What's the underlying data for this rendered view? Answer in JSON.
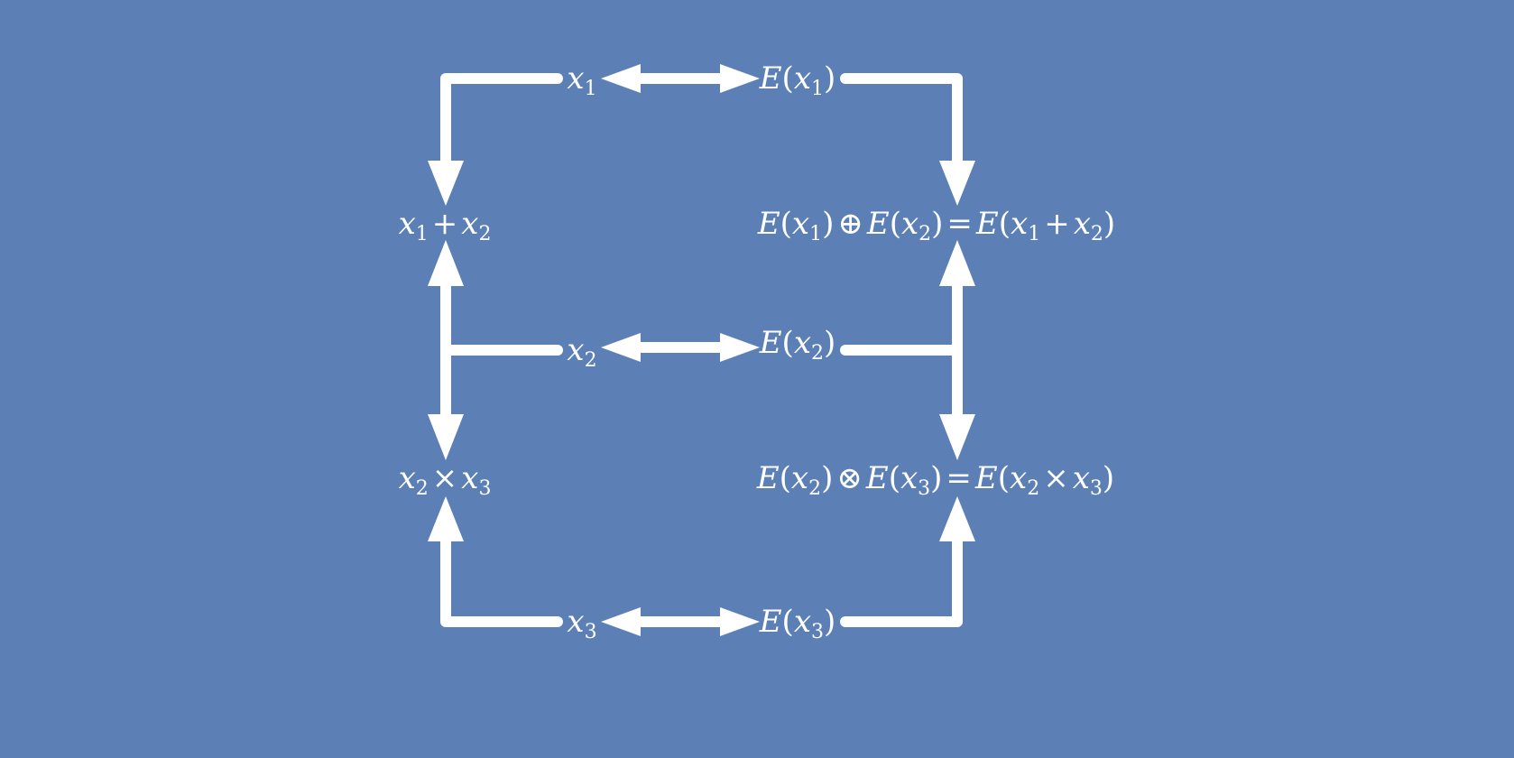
{
  "background_color": "#5c80b6",
  "foreground_color": "#ffffff",
  "plaintext": {
    "x1": "x1",
    "x2": "x2",
    "x3": "x3",
    "ex1": "E(x1)",
    "ex2": "E(x2)",
    "ex3": "E(x3)",
    "sum": "x1 + x2",
    "product": "x2 × x3",
    "homomorphic_sum": "E(x1) ⊕ E(x2) = E(x1 + x2)",
    "homomorphic_product": "E(x2) ⊗ E(x3) = E(x2 × x3)"
  },
  "symbols": {
    "var": "x",
    "enc": "E",
    "lp": "(",
    "rp": ")",
    "plus": "+",
    "times": "×",
    "oplus": "⊕",
    "otimes": "⊗",
    "eq": "=",
    "one": "1",
    "two": "2",
    "three": "3"
  }
}
